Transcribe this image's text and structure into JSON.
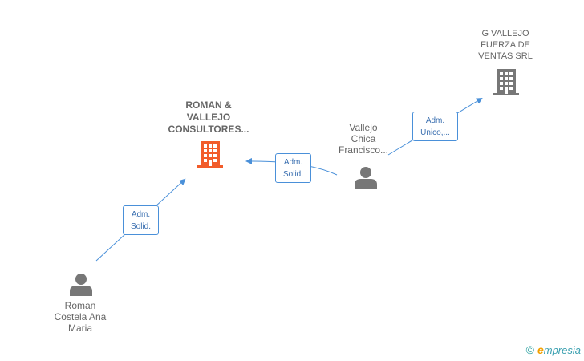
{
  "colors": {
    "company_main": "#f25c2a",
    "company_other": "#777777",
    "person": "#777777",
    "edge": "#4a90d9"
  },
  "nodes": {
    "roman_vallejo": {
      "lines": [
        "ROMAN &",
        "VALLEJO",
        "CONSULTORES..."
      ],
      "icon": "building-icon"
    },
    "g_vallejo": {
      "lines": [
        "G VALLEJO",
        "FUERZA DE",
        "VENTAS SRL"
      ],
      "icon": "building-icon"
    },
    "vallejo_chica": {
      "lines": [
        "Vallejo",
        "Chica",
        "Francisco..."
      ],
      "icon": "person-icon"
    },
    "roman_costela": {
      "lines": [
        "Roman",
        "Costela Ana",
        "Maria"
      ],
      "icon": "person-icon"
    }
  },
  "edges": {
    "costela_to_roman": {
      "lines": [
        "Adm.",
        "Solid."
      ]
    },
    "chica_to_roman": {
      "lines": [
        "Adm.",
        "Solid."
      ]
    },
    "chica_to_gvallejo": {
      "lines": [
        "Adm.",
        "Unico,..."
      ]
    }
  },
  "footer": {
    "copyright": "©",
    "brand_e": "e",
    "brand_rest": "mpresia"
  }
}
